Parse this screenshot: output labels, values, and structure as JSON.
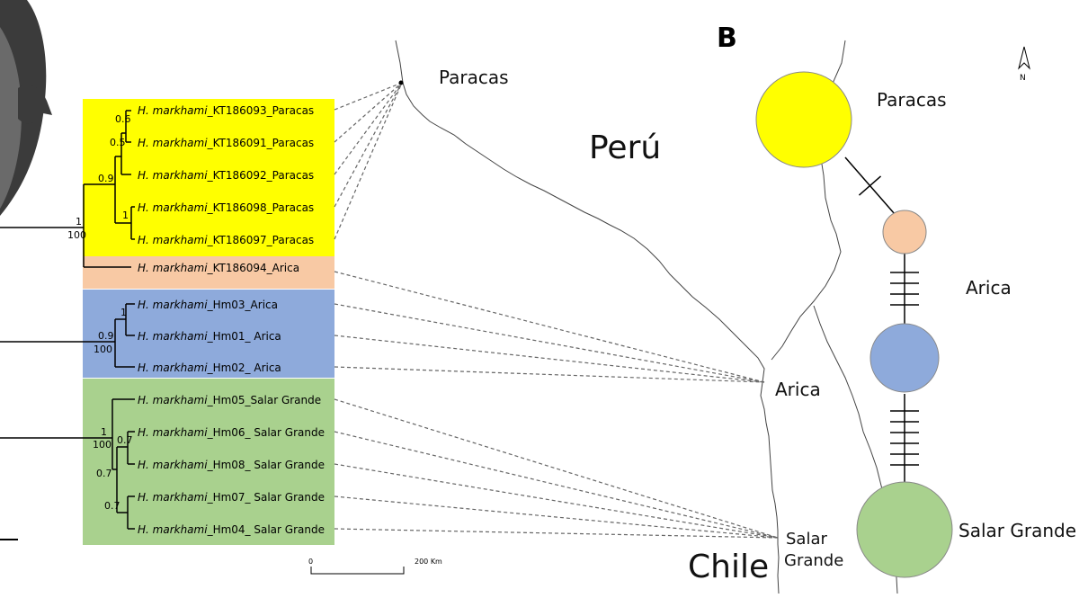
{
  "figure": {
    "panel_label": "B",
    "north_label": "N",
    "scale": {
      "start": "0",
      "end": "200 Km"
    }
  },
  "map": {
    "countries": [
      "Perú",
      "Chile"
    ],
    "places": {
      "paracas": "Paracas",
      "arica": "Arica",
      "salar_grande_1": "Salar",
      "salar_grande_2": "Grande"
    }
  },
  "tree": {
    "species": "H. markhami",
    "leaves": [
      {
        "suffix": "_KT186093_Paracas",
        "clade": "paracas"
      },
      {
        "suffix": "_KT186091_Paracas",
        "clade": "paracas"
      },
      {
        "suffix": "_KT186092_Paracas",
        "clade": "paracas"
      },
      {
        "suffix": "_KT186098_Paracas",
        "clade": "paracas"
      },
      {
        "suffix": "_KT186097_Paracas",
        "clade": "paracas"
      },
      {
        "suffix": "_KT186094_Arica",
        "clade": "arica_kt"
      },
      {
        "suffix": "_Hm03_Arica",
        "clade": "arica"
      },
      {
        "suffix": "_Hm01_ Arica",
        "clade": "arica"
      },
      {
        "suffix": "_Hm02_ Arica",
        "clade": "arica"
      },
      {
        "suffix": "_Hm05_Salar Grande",
        "clade": "salar"
      },
      {
        "suffix": "_Hm06_ Salar Grande",
        "clade": "salar"
      },
      {
        "suffix": "_Hm08_ Salar Grande",
        "clade": "salar"
      },
      {
        "suffix": "_Hm07_ Salar Grande",
        "clade": "salar"
      },
      {
        "suffix": "_Hm04_ Salar Grande",
        "clade": "salar"
      }
    ],
    "support": {
      "n1": "0.6",
      "n2": "0.5",
      "n3": "0.9",
      "n4": "1",
      "n5_top": "1",
      "n5_bottom": "100",
      "a1": "1",
      "a2_top": "0.9",
      "a2_bottom": "100",
      "s_root_top": "1",
      "s_root_bottom": "100",
      "s1": "0.7",
      "s2": "0.7",
      "s3": "0.7"
    }
  },
  "network": {
    "labels": {
      "paracas": "Paracas",
      "arica": "Arica",
      "salar": "Salar Grande"
    },
    "nodes": [
      {
        "id": "paracas",
        "color": "#ffff00"
      },
      {
        "id": "arica_kt",
        "color": "#f8c9a4"
      },
      {
        "id": "arica",
        "color": "#8eaadb"
      },
      {
        "id": "salar",
        "color": "#a9d18e"
      }
    ],
    "mutation_ticks": [
      1,
      4,
      6
    ]
  },
  "colors": {
    "paracas": "#ffff00",
    "arica_kt": "#f8c9a4",
    "arica": "#8eaadb",
    "salar": "#a9d18e",
    "bird_dark": "#3b3b3b",
    "bird_light": "#6a6a6a"
  }
}
